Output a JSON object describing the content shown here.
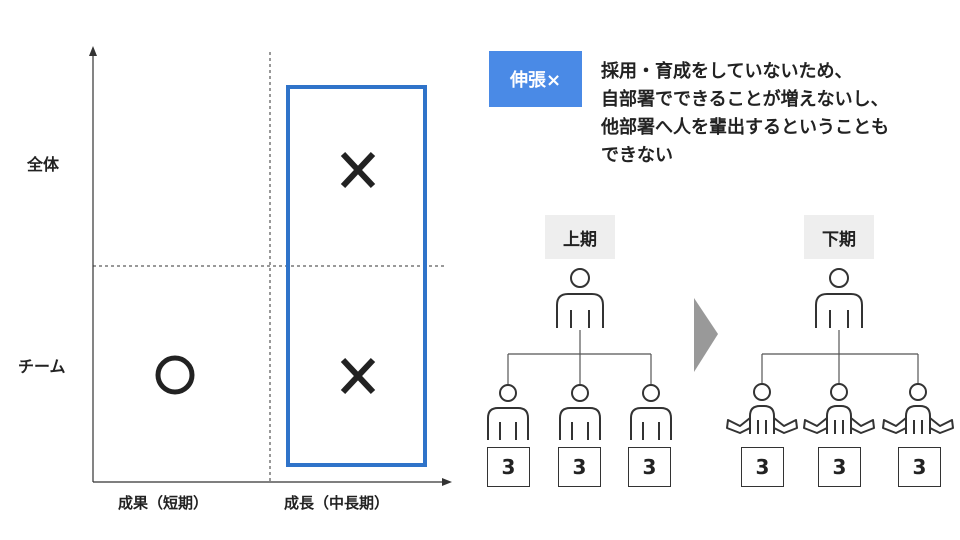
{
  "matrix": {
    "row_labels": [
      "全体",
      "チーム"
    ],
    "column_labels": [
      "成果（短期）",
      "成長（中長期）"
    ],
    "cells": [
      {
        "row": "全体",
        "column": "成果（短期）",
        "mark": ""
      },
      {
        "row": "全体",
        "column": "成長（中長期）",
        "mark": "cross"
      },
      {
        "row": "チーム",
        "column": "成果（短期）",
        "mark": "circle"
      },
      {
        "row": "チーム",
        "column": "成長（中長期）",
        "mark": "cross"
      }
    ],
    "highlight_color": "#2f73c9"
  },
  "explanation": {
    "badge": "伸張×",
    "badge_color": "#4a8ae6",
    "lines": [
      "採用・育成をしていないため、",
      "自部署でできることが増えないし、",
      "他部署へ人を輩出するということも",
      "できない"
    ]
  },
  "org_charts": {
    "before": {
      "period": "上期",
      "members": [
        "3",
        "3",
        "3"
      ]
    },
    "arrow_icon": "chevron-right-icon",
    "after": {
      "period": "下期",
      "members": [
        "3",
        "3",
        "3"
      ]
    }
  }
}
